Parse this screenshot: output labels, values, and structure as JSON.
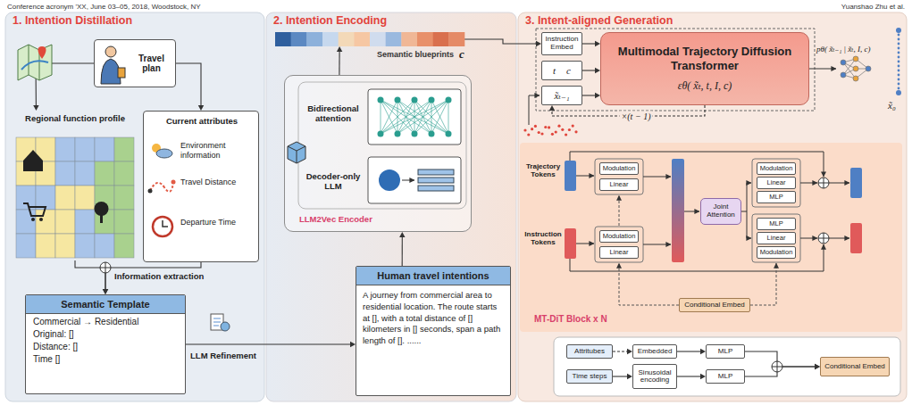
{
  "diagram": {
    "nodes": [
      {
        "text": [
          "1. Intention Distillation"
        ]
      },
      {
        "text": [
          "Travel plan"
        ],
        "in": 0
      },
      {
        "text": [
          "Regional function profile"
        ],
        "in": 0
      },
      {
        "text": [
          "Current attributes",
          "Environment information",
          "Travel Distance",
          "Departure Time"
        ],
        "in": 0
      },
      {
        "text": [
          "Semantic Template",
          "Commercial → Residential",
          "Original: []",
          "Distance: []",
          "Time []"
        ],
        "in": 0
      },
      {
        "text": [
          "2. Intention Encoding"
        ]
      },
      {
        "text": [
          "Semantic blueprints",
          "c"
        ],
        "in": 5
      },
      {
        "text": [
          "LLM2Vec Encoder"
        ],
        "in": 5
      },
      {
        "text": [
          "Human travel intentions",
          "A journey from commercial area to residential location. The route starts at [], with a total distance of [] kilometers in [] seconds, span a path length of []. ......"
        ],
        "in": 5
      },
      {
        "text": [
          "3. Intent-aligned Generation"
        ]
      },
      {
        "text": [
          "Instruction Embed"
        ],
        "in": 9
      },
      {
        "text": [
          "t",
          "c"
        ],
        "in": 9
      },
      {
        "text": [
          "x̃ₜ₋₁"
        ],
        "in": 9
      },
      {
        "text": [
          "Multimodal Trajectory Diffusion Transformer",
          "εθ( x̃ₜ, t, I, c)"
        ],
        "in": 9
      },
      {
        "text": [
          "MT-DiT Block x N"
        ],
        "in": 9
      },
      {
        "text": [
          "Modulation"
        ],
        "in": 14
      },
      {
        "text": [
          "Linear"
        ],
        "in": 14
      },
      {
        "text": [
          "Modulation"
        ],
        "in": 14
      },
      {
        "text": [
          "Linear"
        ],
        "in": 14
      },
      {
        "text": [
          "Joint Attention"
        ],
        "in": 14
      },
      {
        "text": [
          "Modulation"
        ],
        "in": 14
      },
      {
        "text": [
          "Linear"
        ],
        "in": 14
      },
      {
        "text": [
          "MLP"
        ],
        "in": 14
      },
      {
        "text": [
          "MLP"
        ],
        "in": 14
      },
      {
        "text": [
          "Linear"
        ],
        "in": 14
      },
      {
        "text": [
          "Modulation"
        ],
        "in": 14
      },
      {
        "text": [
          "Conditional Embed"
        ],
        "in": 14
      },
      {
        "text": [
          "Attritubes"
        ],
        "in": 9
      },
      {
        "text": [
          "Embedded"
        ],
        "in": 9
      },
      {
        "text": [
          "MLP"
        ],
        "in": 9
      },
      {
        "text": [
          "Time steps"
        ],
        "in": 9
      },
      {
        "text": [
          "Sinusoidal encoding"
        ],
        "in": 9
      },
      {
        "text": [
          "MLP"
        ],
        "in": 9
      },
      {
        "text": [
          "Conditional Embed"
        ],
        "in": 9
      }
    ],
    "edges": [
      {
        "from": 1,
        "to": 2,
        "arrow": "to"
      },
      {
        "from": 1,
        "to": 3,
        "arrow": "to"
      },
      {
        "from": 2,
        "to": 4,
        "arrow": "to"
      },
      {
        "from": 3,
        "to": 4,
        "arrow": "to"
      },
      {
        "from": 4,
        "to": 8,
        "label": "LLM Refinement",
        "arrow": "to"
      },
      {
        "from": 8,
        "to": 7,
        "arrow": "to"
      },
      {
        "from": 7,
        "to": 6,
        "arrow": "to"
      },
      {
        "from": 6,
        "to": 10,
        "arrow": "to"
      },
      {
        "from": 10,
        "to": 13,
        "arrow": "to"
      },
      {
        "from": 11,
        "to": 13,
        "arrow": "to"
      },
      {
        "from": 12,
        "to": 13,
        "arrow": "to"
      },
      {
        "from": 13,
        "to": 12,
        "label": "×(t − 1)",
        "arrow": "to"
      },
      {
        "from": 27,
        "to": 28,
        "arrow": "to"
      },
      {
        "from": 28,
        "to": 29,
        "arrow": "to"
      },
      {
        "from": 30,
        "to": 31,
        "arrow": "to"
      },
      {
        "from": 31,
        "to": 32,
        "arrow": "to"
      },
      {
        "from": 29,
        "to": 33,
        "arrow": "to"
      },
      {
        "from": 32,
        "to": 33,
        "arrow": "to"
      }
    ],
    "labels": [
      "Conference acronym 'XX, June 03–05, 2018, Woodstock, NY",
      "Yuanshao Zhu et al.",
      "Information extraction",
      "Bidirectional attention",
      "Decoder-only LLM",
      "pθ( x̃ₜ₋₁ | x̃ₜ, I, c)",
      "x̃₀",
      "Trajectory Tokens",
      "Instruction Tokens"
    ]
  }
}
